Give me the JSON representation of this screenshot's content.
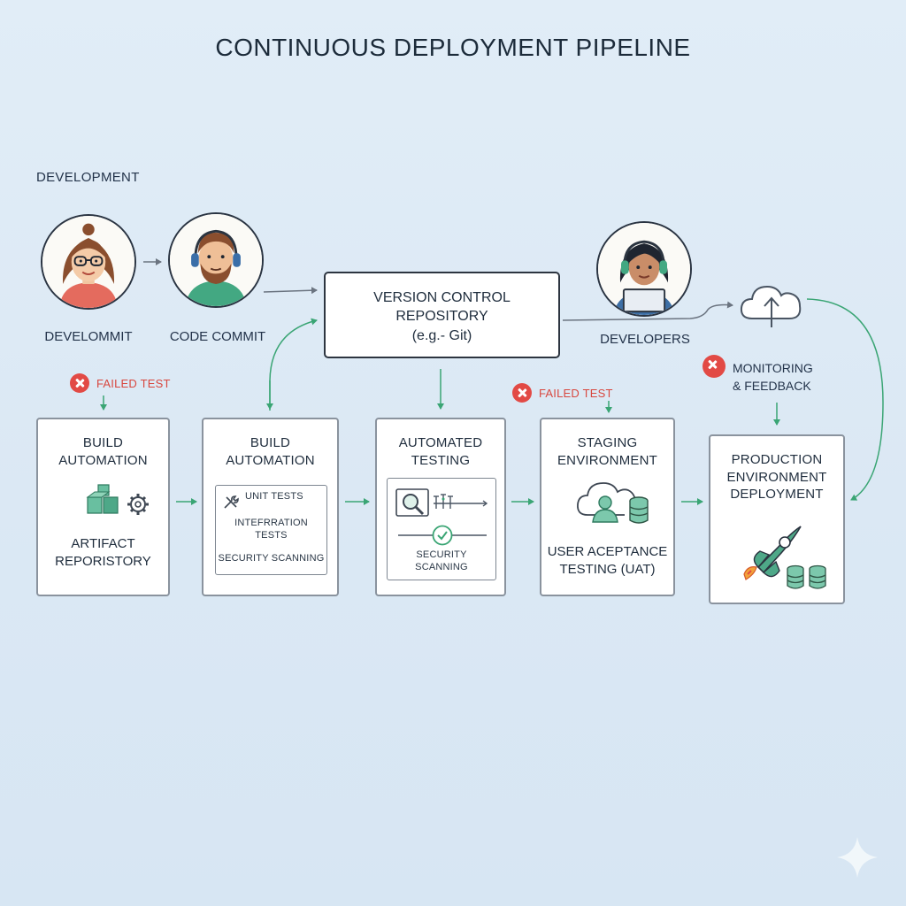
{
  "title": "CONTINUOUS DEPLOYMENT PIPELINE",
  "section_label": "DEVELOPMENT",
  "people": [
    {
      "label": "DEVELOMMIT"
    },
    {
      "label": "CODE COMMIT"
    },
    {
      "label": "DEVELOPERS"
    }
  ],
  "vcs": {
    "line1": "VERSION CONTROL",
    "line2": "REPOSITORY",
    "line3": "(e.g.- Git)"
  },
  "failed_tests": [
    {
      "label": "FAILED TEST"
    },
    {
      "label": "FAILED TEST"
    }
  ],
  "monitoring": {
    "line1": "MONITORING",
    "line2": "& FEEDBACK"
  },
  "stages": [
    {
      "title1": "BUILD",
      "title2": "AUTOMATION",
      "sub1": "ARTIFACT",
      "sub2": "REPORISTORY"
    },
    {
      "title1": "BUILD",
      "title2": "AUTOMATION",
      "items": [
        "UNIT TESTS",
        "INTEFRRATION",
        "TESTS",
        "SECURITY SCANNING"
      ]
    },
    {
      "title1": "AUTOMATED",
      "title2": "TESTING",
      "items": [
        "SECURITY",
        "SCANNING"
      ]
    },
    {
      "title1": "STAGING",
      "title2": "ENVIRONMENT",
      "sub1": "USER ACEPTANCE",
      "sub2": "TESTING (UAT)"
    },
    {
      "title1": "PRODUCTION",
      "title2": "ENVIRONMENT",
      "title3": "DEPLOYMENT"
    }
  ],
  "colors": {
    "arrow_green": "#3aa574",
    "arrow_gray": "#6b7480",
    "fail_red": "#e24a45",
    "accent_teal": "#4ba688"
  },
  "icons": [
    "glasses-woman-avatar",
    "headset-man-avatar",
    "headset-woman-avatar",
    "cloud-upload-icon",
    "boxes-icon",
    "gear-icon",
    "wrench-icon",
    "magnifier-icon",
    "checkmark-icon",
    "cloud-user-database-icon",
    "rocket-icon",
    "database-icon"
  ]
}
